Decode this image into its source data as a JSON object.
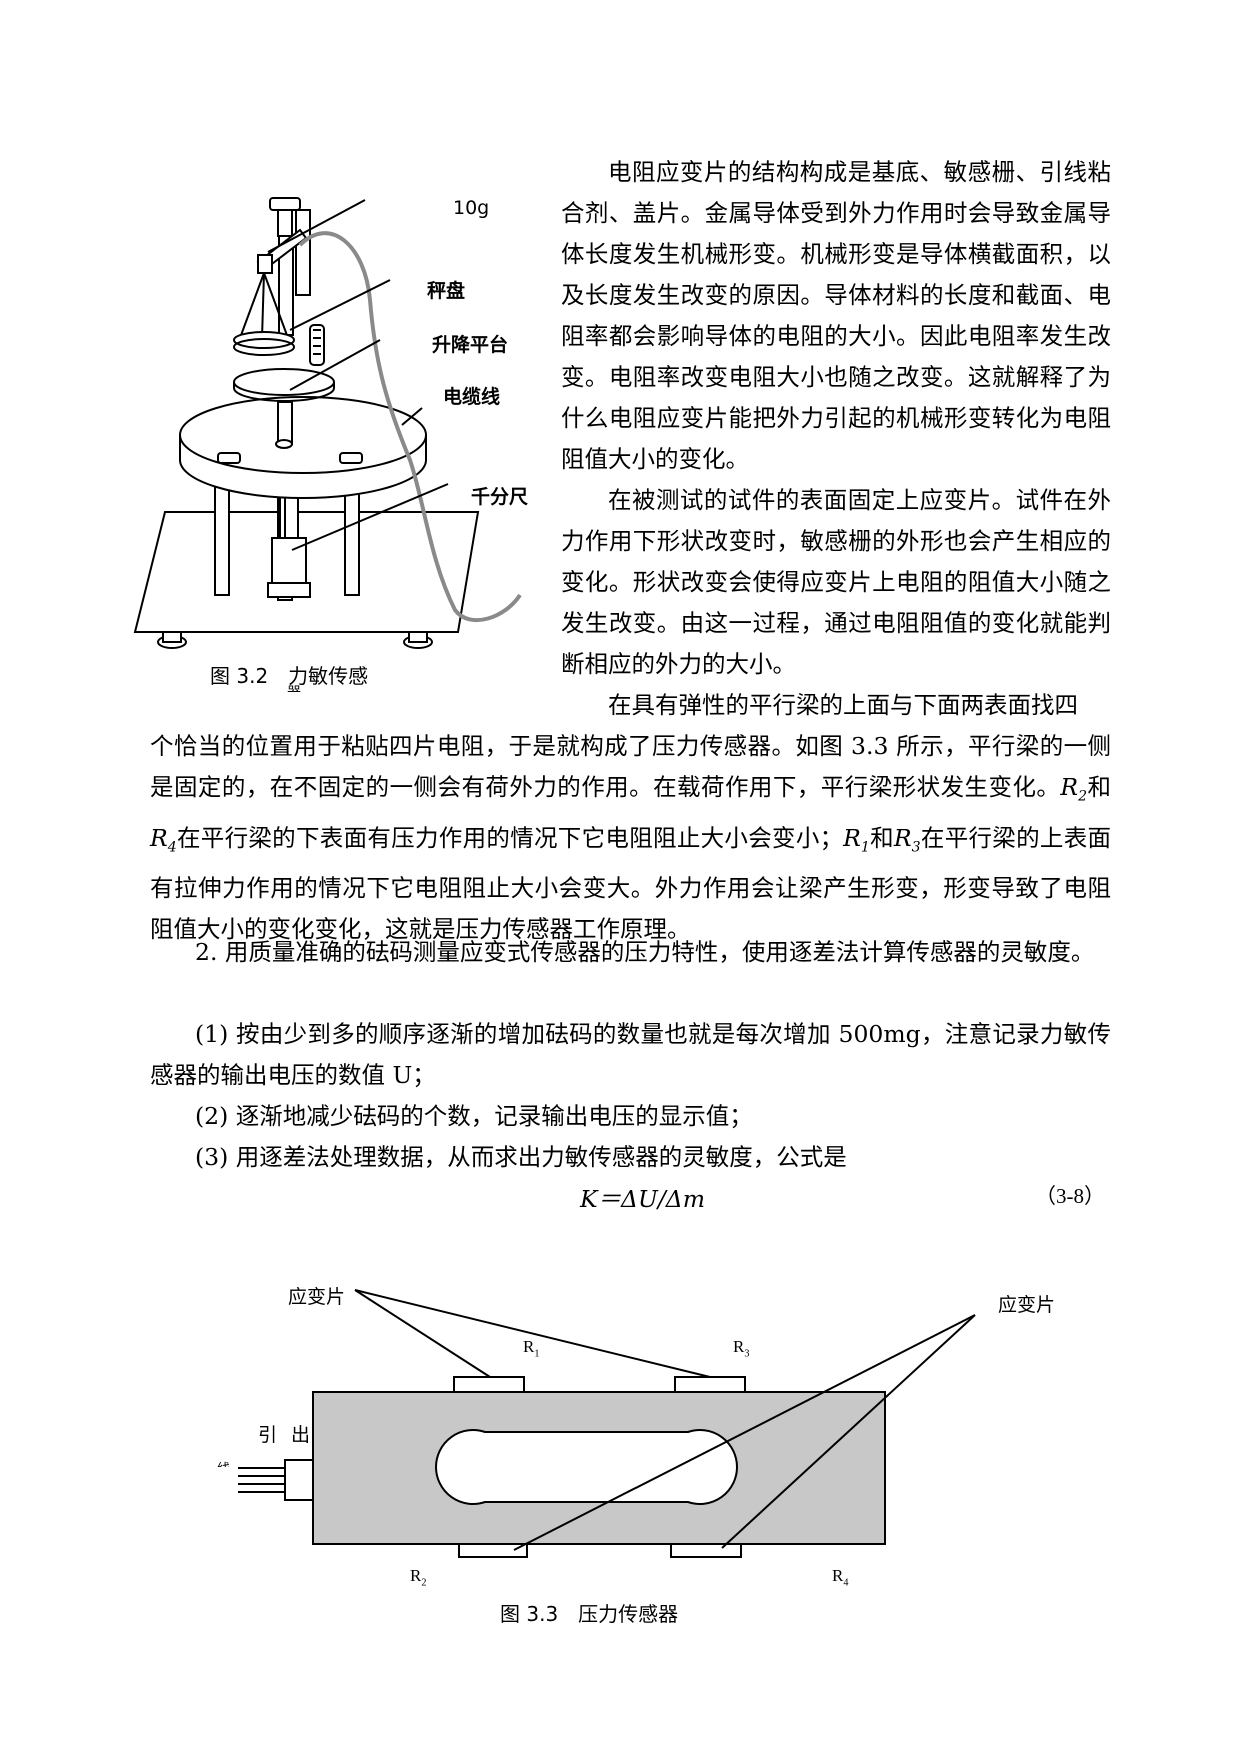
{
  "figure_3_2": {
    "labels": {
      "weight": "10g",
      "pan": "秤盘",
      "platform": "升降平台",
      "cable": "电缆线",
      "micrometer": "千分尺"
    },
    "caption": "图 3.2　力敏传感",
    "caption_overflow": "器"
  },
  "paragraphs": {
    "p1": "电阻应变片的结构构成是基底、敏感栅、引线粘合剂、盖片。金属导体受到外力作用时会导致金属导体长度发生机械形变。机械形变是导体横截面积，以及长度发生改变的原因。导体材料的长度和截面、电阻率都会影响导体的电阻的大小。因此电阻率发生改变。电阻率改变电阻大小也随之改变。这就解释了为什么电阻应变片能把外力引起的机械形变转化为电阻阻值大小的变化。",
    "p2": "在被测试的试件的表面固定上应变片。试件在外力作用下形状改变时，敏感栅的外形也会产生相应的变化。形状改变会使得应变片上电阻的阻值大小随之发生改变。由这一过程，通过电阻阻值的变化就能判断相应的外力的大小。",
    "p3_line1": "在具有弹性的平行梁的上面与下面两表面找四",
    "p3_rest": "个恰当的位置用于粘贴四片电阻，于是就构成了压力传感器。如图 3.3 所示，平行梁的一侧是固定的，在不固定的一侧会有荷外力的作用。在载荷作用下，平行梁形状发生变化。",
    "p3_r2": "R",
    "p3_r2_sub": "2",
    "p3_and1": "和",
    "p3_r4": "R",
    "p3_r4_sub": "4",
    "p3_mid1": "在平行梁的下表面有压力作用的情况下它电阻阻止大小会变小；",
    "p3_r1": "R",
    "p3_r1_sub": "1",
    "p3_and2": "和",
    "p3_r3": "R",
    "p3_r3_sub": "3",
    "p3_mid2": "在平行梁的上表面有拉伸力作用的情况下它电阻阻止大小会变大。外力作用会让梁产生形变，形变导致了电阻阻值大小的变化变化，这就是压力传感器工作原理。",
    "p4": "2. 用质量准确的砝码测量应变式传感器的压力特性，使用逐差法计算传感器的灵敏度。",
    "p5": "(1) 按由少到多的顺序逐渐的增加砝码的数量也就是每次增加 500mg，注意记录力敏传感器的输出电压的数值 U；",
    "p6": "(2) 逐渐地减少砝码的个数，记录输出电压的显示值；",
    "p7": "(3) 用逐差法处理数据，从而求出力敏传感器的灵敏度，公式是"
  },
  "formula": {
    "expression": "K＝ΔU/Δm",
    "number": "（3-8）"
  },
  "figure_3_3": {
    "labels": {
      "strain_left": "应变片",
      "strain_right": "应变片",
      "lead_out": "引 出",
      "lead_wire": "线",
      "r1": "R",
      "r1_sub": "1",
      "r3": "R",
      "r3_sub": "3",
      "r2": "R",
      "r2_sub": "2",
      "r4": "R",
      "r4_sub": "4"
    },
    "caption": "图 3.3　压力传感器",
    "beam_color": "#c8c8c8"
  }
}
